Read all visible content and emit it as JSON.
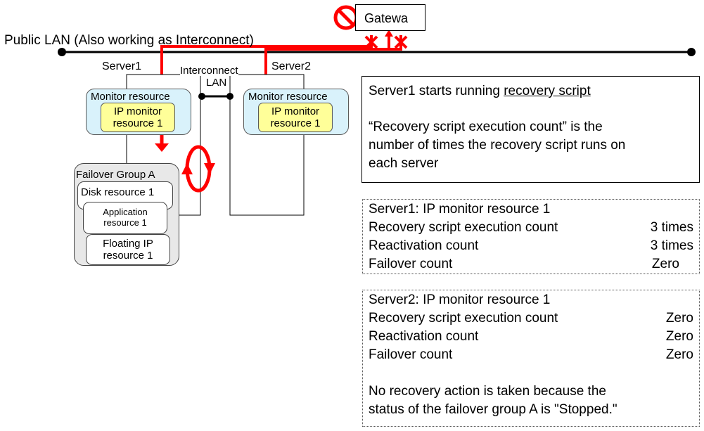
{
  "gateway": {
    "label": "Gatewa"
  },
  "public_lan": {
    "label": "Public LAN (Also working as Interconnect)"
  },
  "servers": {
    "server1": {
      "label": "Server1"
    },
    "server2": {
      "label": "Server2"
    }
  },
  "interconnect": {
    "line1": "Interconnect",
    "line2": "LAN"
  },
  "monitor": {
    "title": "Monitor resource",
    "ip_line1": "IP monitor",
    "ip_line2": "resource 1"
  },
  "failover_group": {
    "title": "Failover Group A",
    "disk": "Disk resource 1",
    "app_line1": "Application",
    "app_line2": "resource 1",
    "fip_line1": "Floating IP",
    "fip_line2": "resource 1"
  },
  "callout": {
    "line1_prefix": "Server1 starts running ",
    "line1_link": "recovery script",
    "para2_line1": "“Recovery script execution count” is the",
    "para2_line2": "number of times the recovery script runs on",
    "para2_line3": "each server"
  },
  "server1_stats": {
    "header": "Server1: IP monitor resource 1",
    "rows": [
      {
        "label": "Recovery script execution count",
        "value": "3 times"
      },
      {
        "label": "Reactivation count",
        "value": "3 times"
      },
      {
        "label": "Failover count",
        "value": "Zero"
      }
    ]
  },
  "server2_stats": {
    "header": "Server2:  IP monitor resource 1",
    "rows": [
      {
        "label": "Recovery script execution count",
        "value": "Zero"
      },
      {
        "label": "Reactivation count",
        "value": "Zero"
      },
      {
        "label": "Failover count",
        "value": "Zero"
      }
    ],
    "note_line1": "No recovery action is taken because the",
    "note_line2": "status of the failover group A is \"Stopped.\""
  },
  "colors": {
    "failure": "#ff0000",
    "monitor_fill": "#d9f2fb",
    "ip_fill": "#ffff99",
    "group_fill": "#e8e8e8"
  }
}
